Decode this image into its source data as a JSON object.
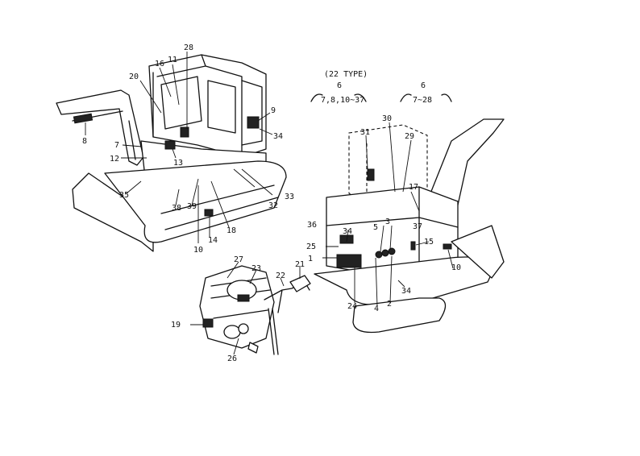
{
  "header": {
    "type_note": "(22 TYPE)",
    "left_group": {
      "number": "6",
      "range": "7,8,10~37"
    },
    "right_group": {
      "number": "6",
      "range": "7~28"
    }
  },
  "part_numbers": {
    "left_machine": [
      "28",
      "16",
      "11",
      "20",
      "9",
      "34",
      "8",
      "7",
      "12",
      "13",
      "35",
      "38",
      "39",
      "10",
      "14",
      "18",
      "32",
      "33"
    ],
    "right_machine": [
      "31",
      "30",
      "29",
      "17",
      "37",
      "36",
      "34",
      "3",
      "5",
      "25",
      "1",
      "15",
      "10",
      "24",
      "4",
      "2",
      "34"
    ],
    "engine": [
      "27",
      "23",
      "22",
      "21",
      "19",
      "26"
    ]
  }
}
